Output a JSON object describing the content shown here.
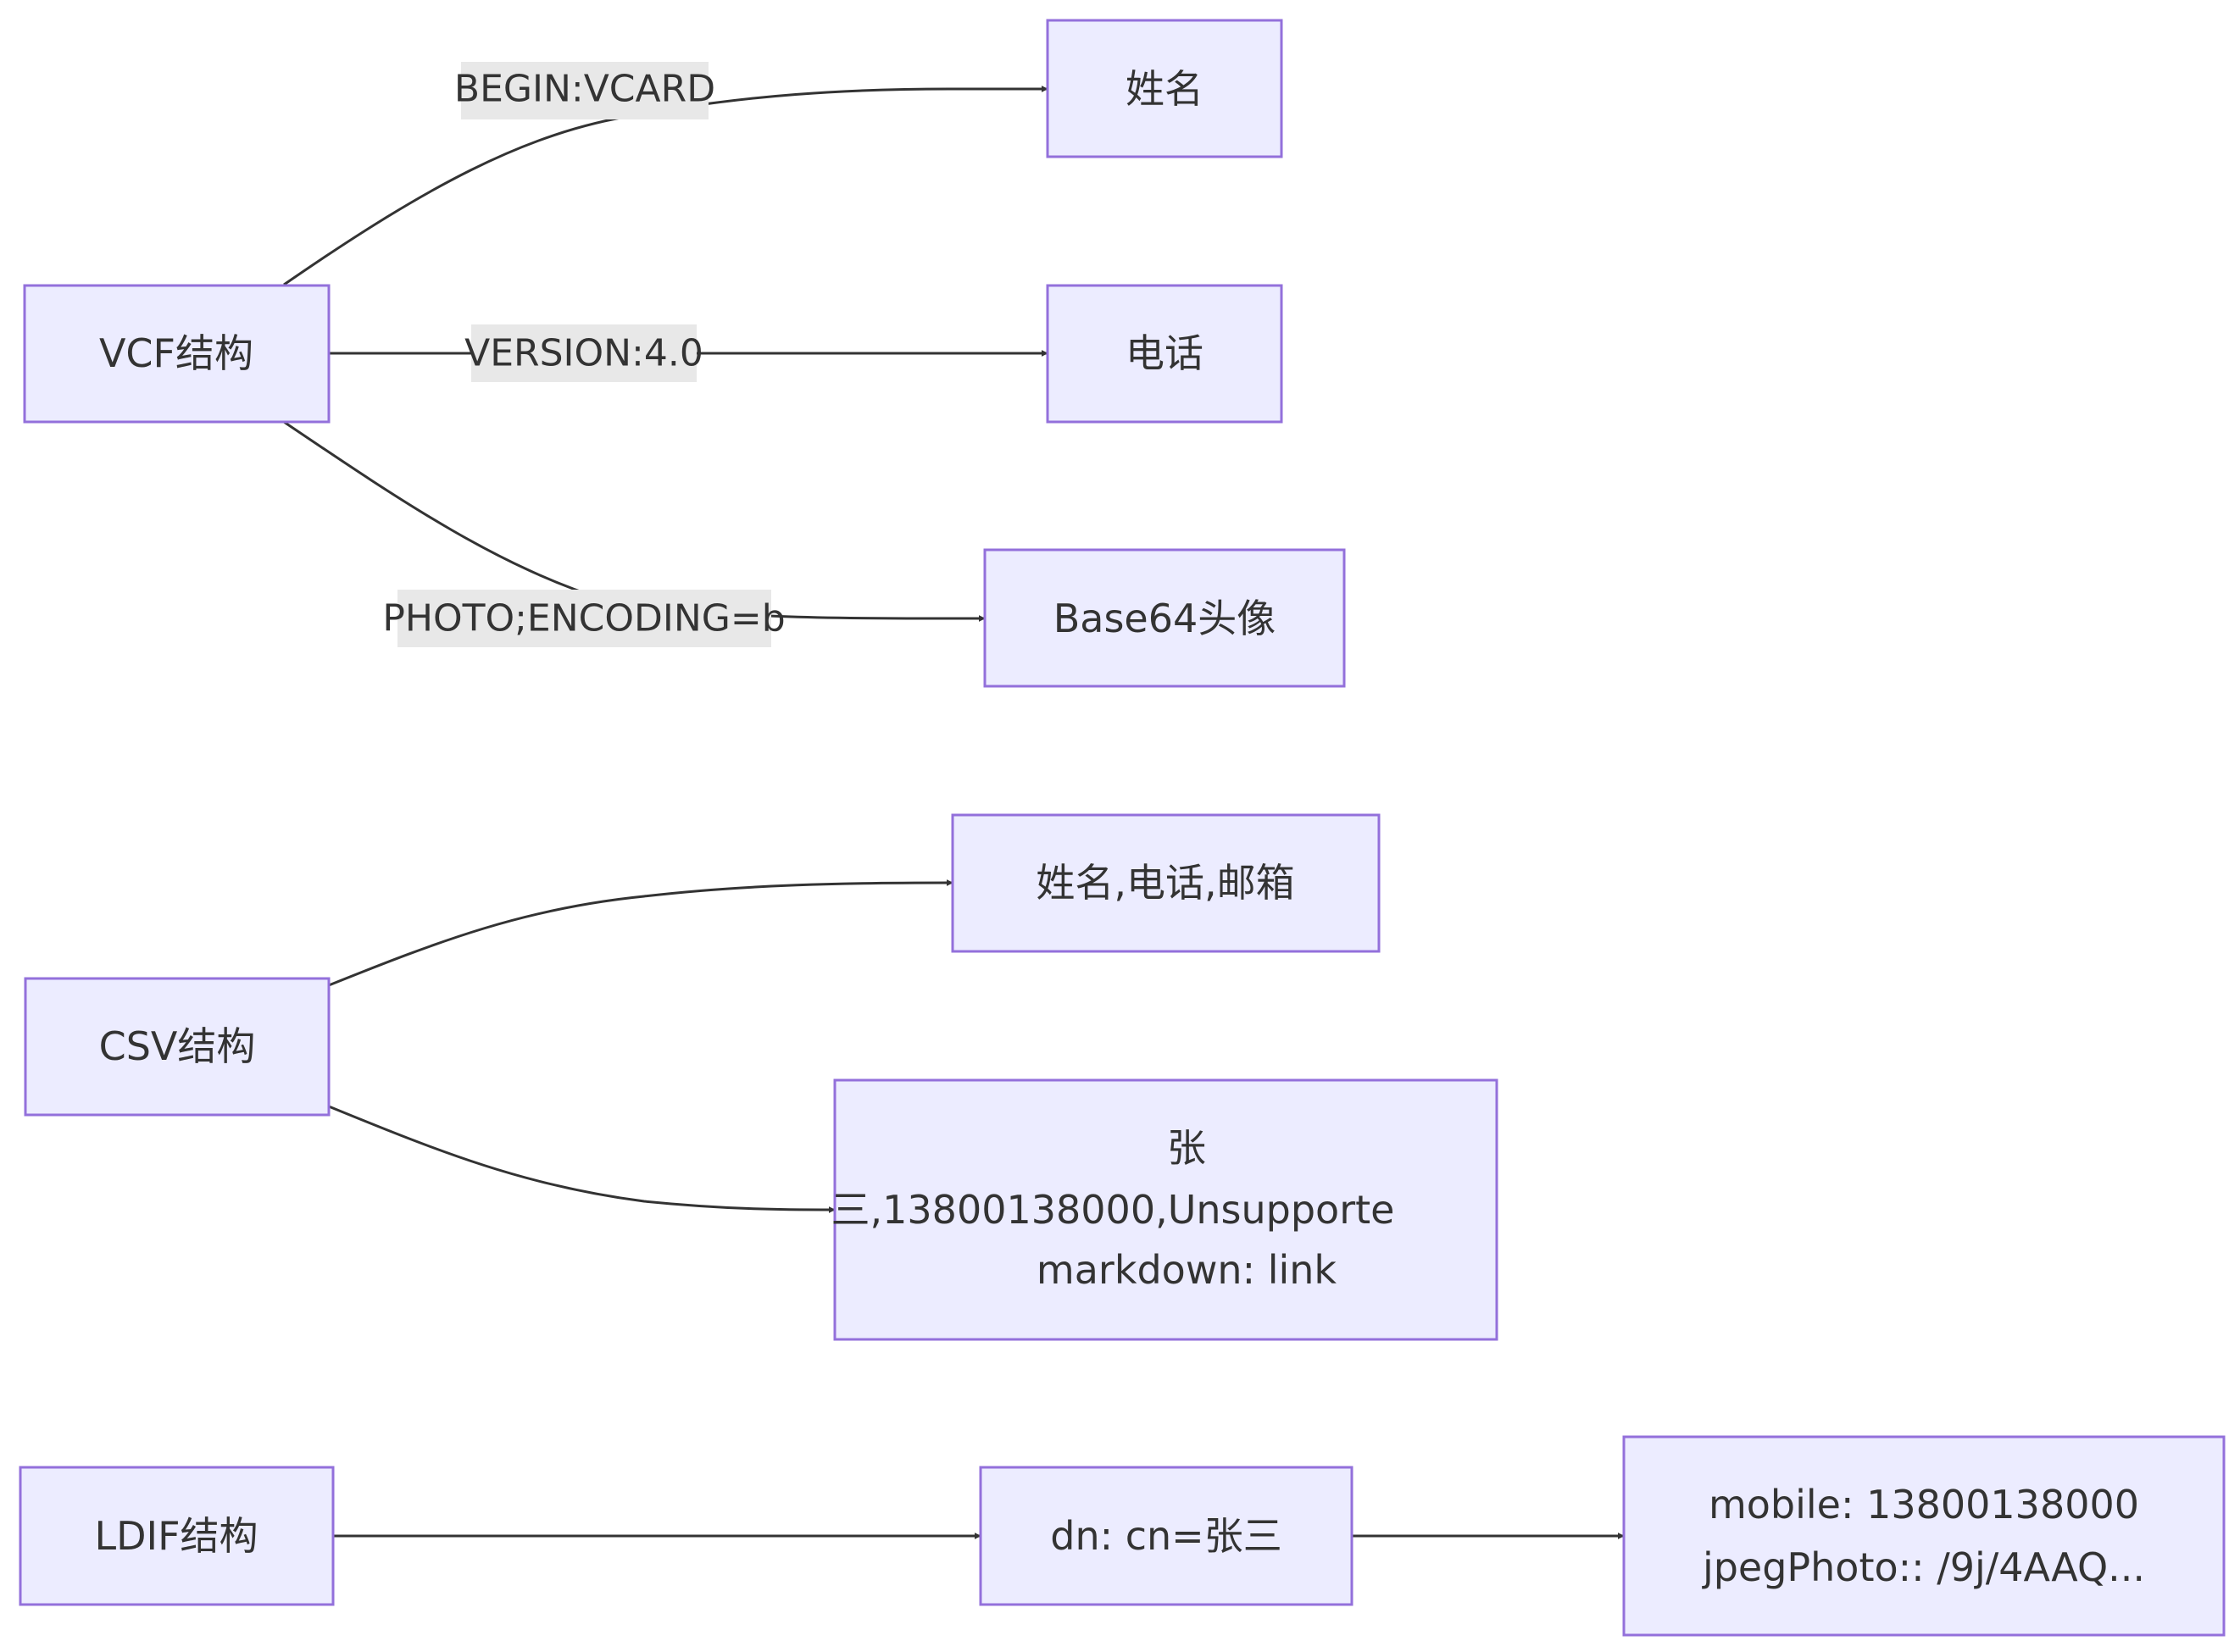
{
  "nodes": {
    "vcf": {
      "label": "VCF结构"
    },
    "name": {
      "label": "姓名"
    },
    "phone": {
      "label": "电话"
    },
    "photo": {
      "label": "Base64头像"
    },
    "csv": {
      "label": "CSV结构"
    },
    "csv_header": {
      "label": "姓名,电话,邮箱"
    },
    "csv_row": {
      "lines": [
        "张",
        "三,13800138000,Unsupporte",
        "markdown: link"
      ]
    },
    "ldif": {
      "label": "LDIF结构"
    },
    "dn": {
      "label": "dn: cn=张三"
    },
    "ldif_attrs": {
      "lines": [
        "mobile: 13800138000",
        "jpegPhoto:: /9j/4AAQ..."
      ]
    }
  },
  "edges": {
    "begin": {
      "label": "BEGIN:VCARD"
    },
    "version": {
      "label": "VERSION:4.0"
    },
    "photo_enc": {
      "label": "PHOTO;ENCODING=b"
    }
  },
  "colors": {
    "node_fill": "#ececff",
    "node_stroke": "#9370db",
    "edge_stroke": "#333333",
    "label_background": "#e8e8e8",
    "text": "#333333"
  }
}
